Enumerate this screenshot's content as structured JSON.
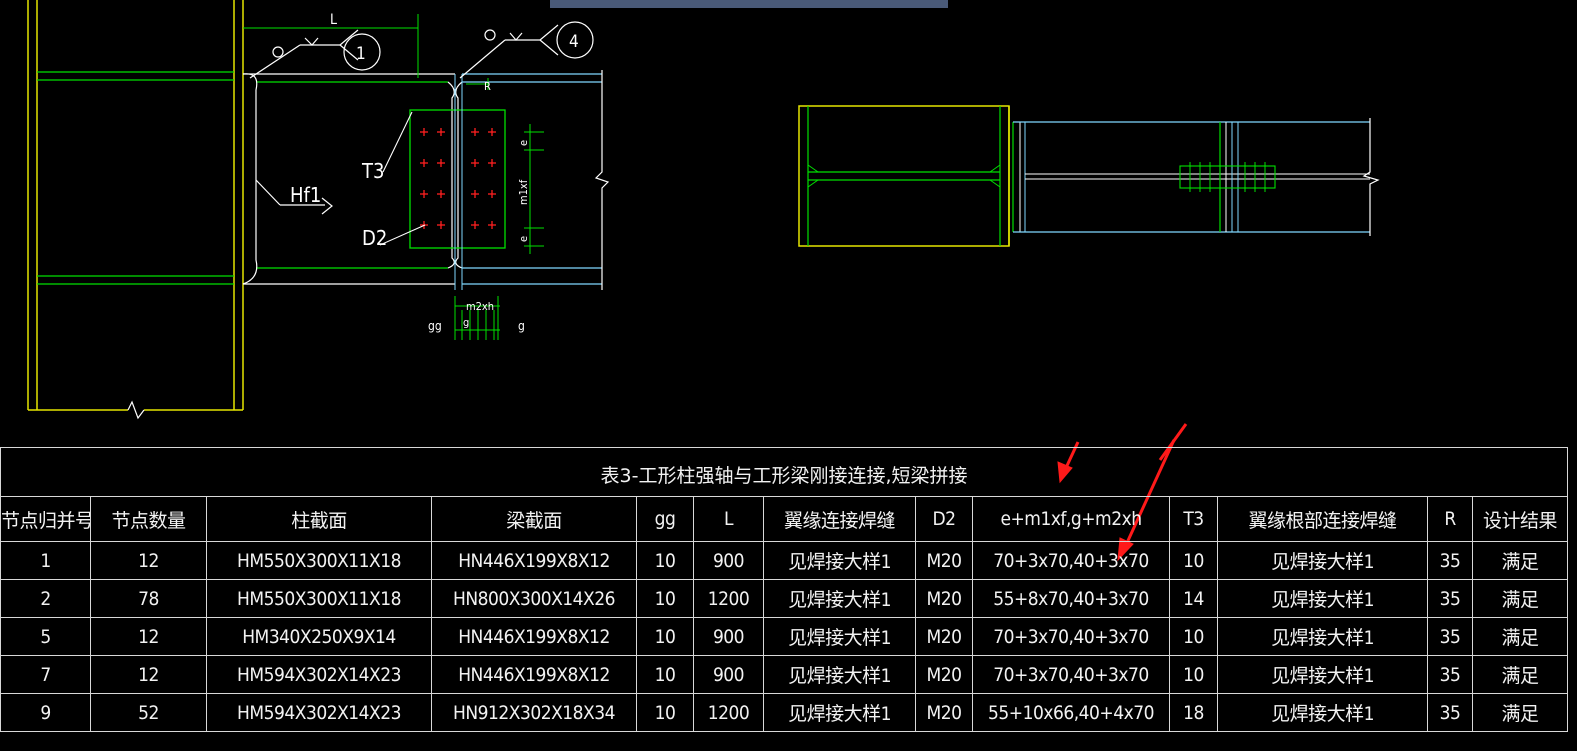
{
  "drawing": {
    "labels": {
      "dim_L": "L",
      "weld_1": "1",
      "weld_4": "4",
      "R": "R",
      "T3": "T3",
      "Hf1": "Hf1",
      "D2": "D2",
      "e_top": "e",
      "m1xf": "m1xf",
      "e_bot": "e",
      "m2xh": "m2xh",
      "gg": "gg",
      "g": "g",
      "g2": "g"
    }
  },
  "table": {
    "title": "表3-工形柱强轴与工形梁刚接连接,短梁拼接",
    "headers": [
      "节点归并号",
      "节点数量",
      "柱截面",
      "梁截面",
      "gg",
      "L",
      "翼缘连接焊缝",
      "D2",
      "e+m1xf,g+m2xh",
      "T3",
      "翼缘根部连接焊缝",
      "R",
      "设计结果"
    ],
    "rows": [
      [
        "1",
        "12",
        "HM550X300X11X18",
        "HN446X199X8X12",
        "10",
        "900",
        "见焊接大样1",
        "M20",
        "70+3x70,40+3x70",
        "10",
        "见焊接大样1",
        "35",
        "满足"
      ],
      [
        "2",
        "78",
        "HM550X300X11X18",
        "HN800X300X14X26",
        "10",
        "1200",
        "见焊接大样1",
        "M20",
        "55+8x70,40+3x70",
        "14",
        "见焊接大样1",
        "35",
        "满足"
      ],
      [
        "5",
        "12",
        "HM340X250X9X14",
        "HN446X199X8X12",
        "10",
        "900",
        "见焊接大样1",
        "M20",
        "70+3x70,40+3x70",
        "10",
        "见焊接大样1",
        "35",
        "满足"
      ],
      [
        "7",
        "12",
        "HM594X302X14X23",
        "HN446X199X8X12",
        "10",
        "900",
        "见焊接大样1",
        "M20",
        "70+3x70,40+3x70",
        "10",
        "见焊接大样1",
        "35",
        "满足"
      ],
      [
        "9",
        "52",
        "HM594X302X14X23",
        "HN912X302X18X34",
        "10",
        "1200",
        "见焊接大样1",
        "M20",
        "55+10x66,40+4x70",
        "18",
        "见焊接大样1",
        "35",
        "满足"
      ]
    ]
  },
  "colors": {
    "background": "#000000",
    "column_yellow": "#e6e600",
    "flange_green": "#00e000",
    "beam_cyan": "#7fd8ff",
    "bolt_red": "#ff2020",
    "arrow_red": "#ff1a1a",
    "table_line": "#d8d8d8",
    "topbar": "#4a5a78"
  },
  "icons": [
    "weld-symbol-icon",
    "bolt-cross-icon",
    "red-arrow-icon"
  ]
}
